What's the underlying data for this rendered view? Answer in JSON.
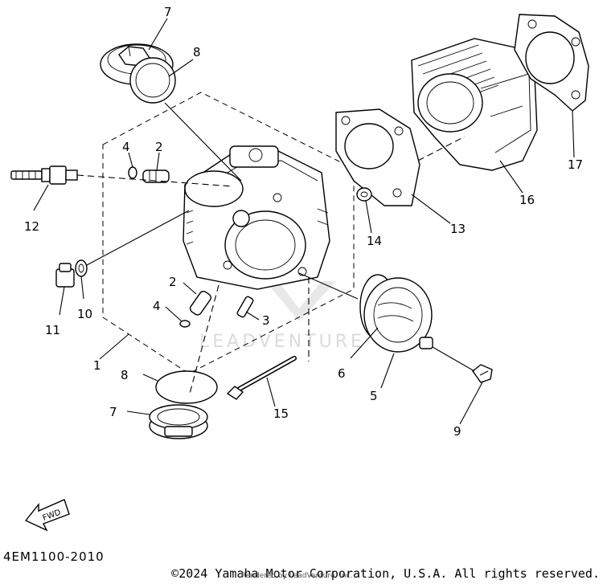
{
  "diagram": {
    "code": "4EM1100-2010",
    "copyright": "©2024 Yamaha Motor Corporation, U.S.A. All rights reserved.",
    "rendered_by": "Rendered by LeadVenture, Inc.",
    "watermark": "LEADVENTURE",
    "fwd_label": "FWD",
    "callouts": {
      "c7_top": "7",
      "c8_top": "8",
      "c4_top": "4",
      "c2_top": "2",
      "c12": "12",
      "c11": "11",
      "c10": "10",
      "c1": "1",
      "c2_mid": "2",
      "c4_mid": "4",
      "c3": "3",
      "c8_bot": "8",
      "c7_bot": "7",
      "c15": "15",
      "c6": "6",
      "c5": "5",
      "c9": "9",
      "c14": "14",
      "c13": "13",
      "c16": "16",
      "c17": "17"
    }
  }
}
